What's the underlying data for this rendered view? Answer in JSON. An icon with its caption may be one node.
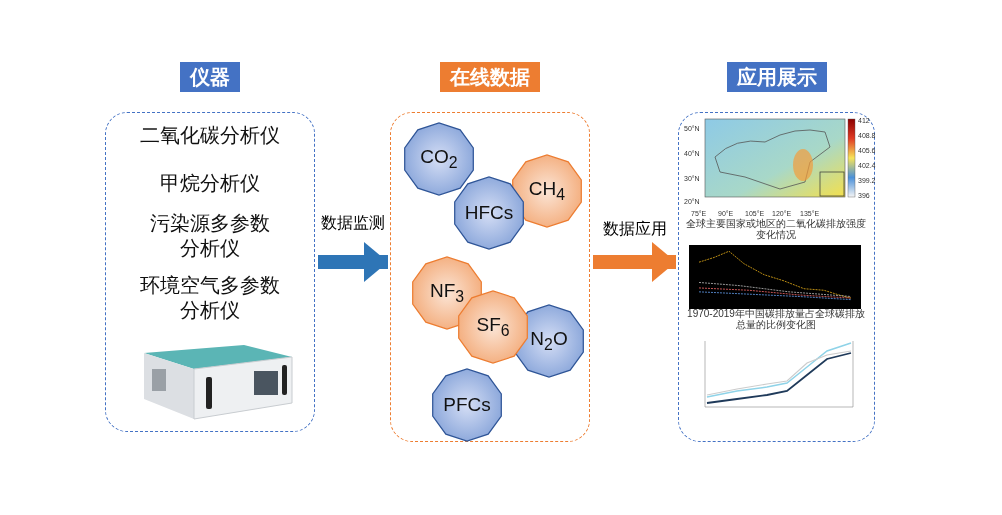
{
  "diagram": {
    "nodes": [
      {
        "text": [
          "仪器",
          "二氧化碳分析仪",
          "甲烷分析仪",
          "污染源多参数分析仪",
          "环境空气多参数分析仪"
        ]
      },
      {
        "text": [
          "在线数据"
        ]
      },
      {
        "text": [
          "CO$_{2}$"
        ],
        "in": 1
      },
      {
        "text": [
          "CH$_{4}$"
        ],
        "in": 1
      },
      {
        "text": [
          "HFCs"
        ],
        "in": 1
      },
      {
        "text": [
          "NF$_{3}$"
        ],
        "in": 1
      },
      {
        "text": [
          "SF$_{6}$"
        ],
        "in": 1
      },
      {
        "text": [
          "N$_{2}$O"
        ],
        "in": 1
      },
      {
        "text": [
          "PFCs"
        ],
        "in": 1
      },
      {
        "text": [
          "应用展示"
        ]
      }
    ],
    "edges": [
      {
        "from": 0,
        "to": 1,
        "arrow": "to",
        "label": "数据监测",
        "color": "#2e75b6"
      },
      {
        "from": 1,
        "to": 9,
        "arrow": "to",
        "label": "数据应用",
        "color": "#ed7d31"
      }
    ],
    "labels": [
      "50°N",
      "40°N",
      "30°N",
      "20°N",
      "75°E",
      "90°E",
      "105°E",
      "120°E",
      "135°E",
      "412",
      "408.8",
      "405.6",
      "402.4",
      "399.2",
      "396",
      "全球主要国家或地区的二氧化碳排放强度变化情况",
      "1970-2019年中国碳排放量占全球碳排放总量的比例变化图"
    ]
  }
}
